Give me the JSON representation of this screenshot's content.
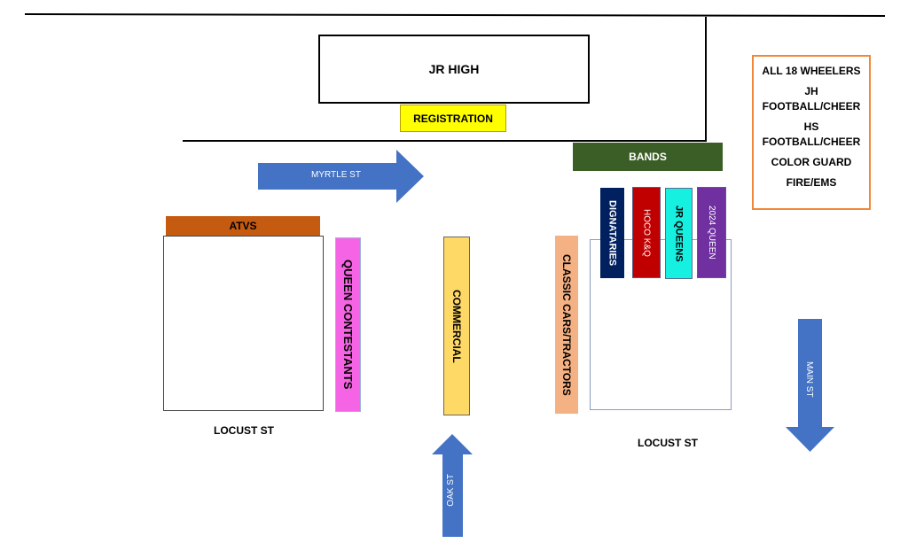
{
  "buildings": {
    "jr_high": "JR HIGH",
    "registration": "REGISTRATION"
  },
  "streets": {
    "myrtle": "MYRTLE ST",
    "oak": "OAK ST",
    "main": "MAIN ST",
    "locust_left": "LOCUST ST",
    "locust_right": "LOCUST ST"
  },
  "groups": {
    "bands": "BANDS",
    "atvs": "ATVS",
    "queen_contestants": "QUEEN CONTESTANTS",
    "commercial": "COMMERCIAL",
    "classic_cars": "CLASSIC CARS/TRACTORS",
    "dignataries": "DIGNATARIES",
    "hoco": "HOCO K&Q",
    "jr_queens": "JR QUEENS",
    "queen_2024": "2024 QUEEN"
  },
  "legend": {
    "items": [
      {
        "line1": "ALL 18 WHEELERS",
        "line2": ""
      },
      {
        "line1": "JH",
        "line2": "FOOTBALL/CHEER"
      },
      {
        "line1": "HS",
        "line2": "FOOTBALL/CHEER"
      },
      {
        "line1": "COLOR GUARD",
        "line2": ""
      },
      {
        "line1": "FIRE/EMS",
        "line2": ""
      }
    ]
  },
  "colors": {
    "arrow": "#4472c4",
    "bands": "#3b5e26",
    "atvs": "#c55a11",
    "queen_contestants": "#f564e4",
    "commercial": "#ffd966",
    "classic_cars": "#f4b183",
    "dignataries": "#002060",
    "hoco": "#c00000",
    "jr_queens": "#15f0e0",
    "queen_2024": "#7030a0",
    "registration": "#ffff00",
    "legend_border": "#f0883a"
  }
}
